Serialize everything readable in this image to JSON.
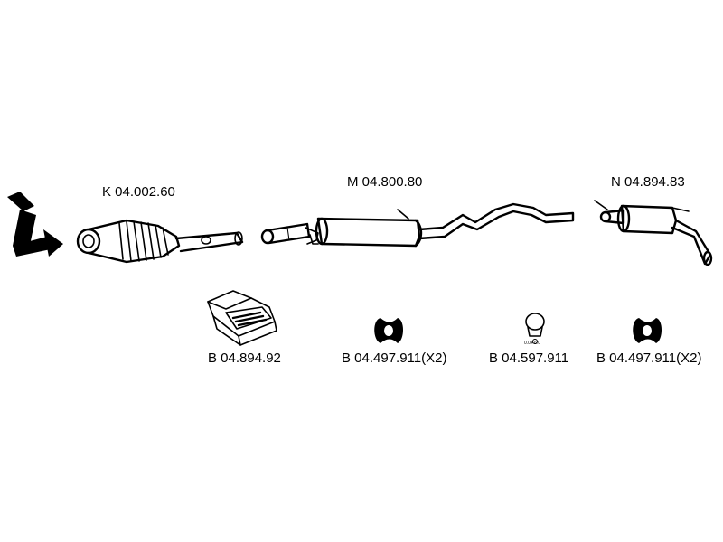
{
  "parts": [
    {
      "code": "K 04.002.60"
    },
    {
      "code": "M 04.800.80"
    },
    {
      "code": "N 04.894.83"
    },
    {
      "code": "B 04.894.92"
    },
    {
      "code": "B 04.497.911(X2)"
    },
    {
      "code": "B 04.597.911"
    },
    {
      "code": "B 04.497.911(X2)"
    }
  ],
  "clamp_marking": "0.04 6.0",
  "colors": {
    "ink": "#000000",
    "shade": "#888888",
    "background": "#ffffff"
  }
}
